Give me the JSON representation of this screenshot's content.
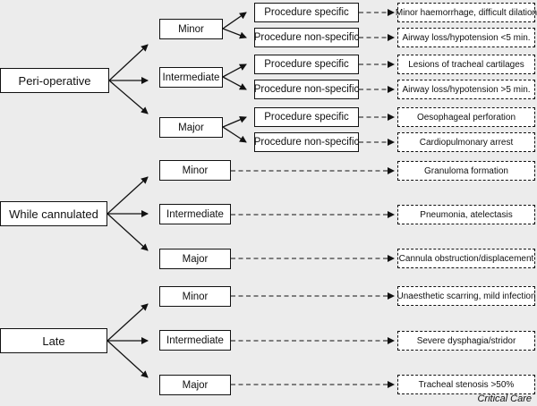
{
  "categories": {
    "peri_operative": "Peri-operative",
    "while_cannulated": "While cannulated",
    "late": "Late"
  },
  "severity": {
    "minor": "Minor",
    "intermediate": "Intermediate",
    "major": "Major"
  },
  "procedure": {
    "specific": "Procedure specific",
    "non_specific": "Procedure non-specific"
  },
  "outcomes": {
    "peri_minor_specific": "Minor haemorrhage, difficult dilation",
    "peri_minor_nonspecific": "Airway loss/hypotension <5 min.",
    "peri_intermediate_specific": "Lesions of tracheal cartilages",
    "peri_intermediate_nonspecific": "Airway loss/hypotension >5 min.",
    "peri_major_specific": "Oesophageal perforation",
    "peri_major_nonspecific": "Cardiopulmonary arrest",
    "cannulated_minor": "Granuloma formation",
    "cannulated_intermediate": "Pneumonia, atelectasis",
    "cannulated_major": "Cannula obstruction/displacement",
    "late_minor": "Unaesthetic scarring, mild infection",
    "late_intermediate": "Severe dysphagia/stridor",
    "late_major": "Tracheal stenosis >50%"
  },
  "credit": "Critical Care"
}
